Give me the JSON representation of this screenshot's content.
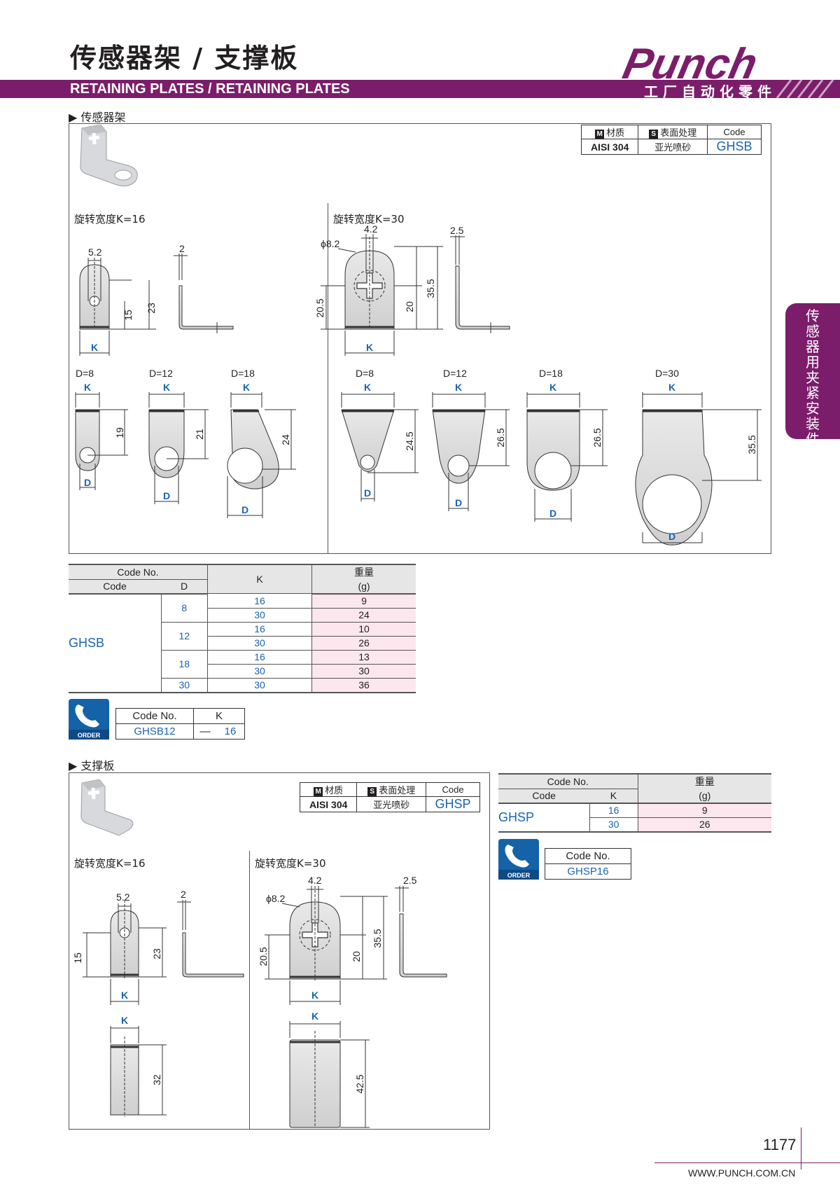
{
  "header": {
    "title": "传感器架 / 支撑板",
    "subtitle": "RETAINING PLATES / RETAINING PLATES",
    "brand": "Punch",
    "brand_tagline": "工厂自动化零件"
  },
  "side_tab": "传感器用夹紧安装件",
  "colors": {
    "brand": "#7c1d6b",
    "code_blue": "#1a64b0",
    "weight_pink": "#fce7ef"
  },
  "section1": {
    "heading": "传感器架",
    "spec": {
      "material_label": "材质",
      "material_icon": "M",
      "surface_label": "表面处理",
      "surface_icon": "S",
      "code_label": "Code",
      "material": "AISI 304",
      "surface": "亚光喷砂",
      "code": "GHSB"
    },
    "k16_label": "旋转宽度K=16",
    "k30_label": "旋转宽度K=30",
    "dims_k16": {
      "a": "5.2",
      "b": "2",
      "c": "15",
      "d": "23",
      "k": "K"
    },
    "dims_k30": {
      "a": "4.2",
      "b": "2.5",
      "phi": "ϕ8.2",
      "c": "20",
      "d": "35.5",
      "e": "20.5",
      "k": "K"
    },
    "variants_k16": [
      {
        "label": "D=8",
        "height": "19"
      },
      {
        "label": "D=12",
        "height": "21"
      },
      {
        "label": "D=18",
        "height": "24"
      }
    ],
    "variants_k30": [
      {
        "label": "D=8",
        "height": "24.5"
      },
      {
        "label": "D=12",
        "height": "26.5"
      },
      {
        "label": "D=18",
        "height": "26.5"
      },
      {
        "label": "D=30",
        "height": "35.5"
      }
    ],
    "k_label": "K",
    "d_label": "D"
  },
  "table1": {
    "h_codeno": "Code No.",
    "h_code": "Code",
    "h_d": "D",
    "h_k": "K",
    "h_weight": "重量",
    "h_unit": "(g)",
    "code": "GHSB",
    "groups": [
      {
        "d": "8",
        "rows": [
          {
            "k": "16",
            "w": "9"
          },
          {
            "k": "30",
            "w": "24"
          }
        ]
      },
      {
        "d": "12",
        "rows": [
          {
            "k": "16",
            "w": "10"
          },
          {
            "k": "30",
            "w": "26"
          }
        ]
      },
      {
        "d": "18",
        "rows": [
          {
            "k": "16",
            "w": "13"
          },
          {
            "k": "30",
            "w": "30"
          }
        ]
      },
      {
        "d": "30",
        "rows": [
          {
            "k": "30",
            "w": "36"
          }
        ]
      }
    ]
  },
  "order1": {
    "icon_text": "ORDER",
    "h_codeno": "Code No.",
    "h_k": "K",
    "code": "GHSB12",
    "dash": "—",
    "k": "16"
  },
  "section2": {
    "heading": "支撑板",
    "spec": {
      "material_label": "材质",
      "material_icon": "M",
      "surface_label": "表面处理",
      "surface_icon": "S",
      "code_label": "Code",
      "material": "AISI 304",
      "surface": "亚光喷砂",
      "code": "GHSP"
    },
    "k16_label": "旋转宽度K=16",
    "k30_label": "旋转宽度K=30",
    "dims_k16": {
      "a": "5.2",
      "b": "2",
      "c": "15",
      "d": "23",
      "h": "32",
      "k": "K"
    },
    "dims_k30": {
      "a": "4.2",
      "b": "2.5",
      "phi": "ϕ8.2",
      "c": "20",
      "d": "35.5",
      "e": "20.5",
      "h": "42.5",
      "k": "K"
    }
  },
  "table2": {
    "h_codeno": "Code No.",
    "h_code": "Code",
    "h_k": "K",
    "h_weight": "重量",
    "h_unit": "(g)",
    "code": "GHSP",
    "rows": [
      {
        "k": "16",
        "w": "9"
      },
      {
        "k": "30",
        "w": "26"
      }
    ]
  },
  "order2": {
    "icon_text": "ORDER",
    "h_codeno": "Code No.",
    "code": "GHSP16"
  },
  "footer": {
    "page": "1177",
    "url": "WWW.PUNCH.COM.CN"
  }
}
